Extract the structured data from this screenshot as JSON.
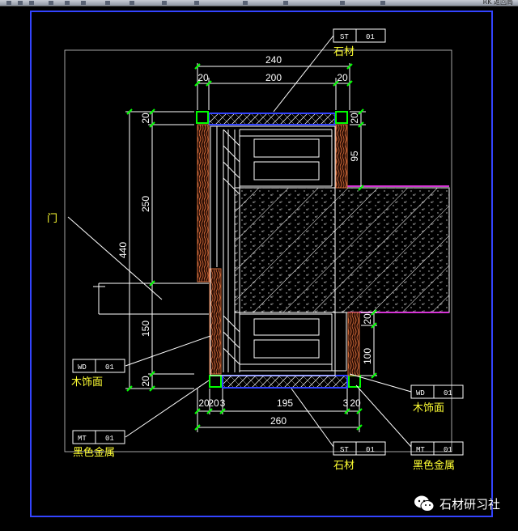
{
  "toolbar": {
    "right_text": "RK 返回局"
  },
  "dimensions": {
    "top_total": "240",
    "top_left": "20",
    "top_mid": "200",
    "top_right": "20",
    "bottom_total": "260",
    "bottom_a": "20",
    "bottom_b": "20",
    "bottom_c": "3",
    "bottom_mid": "195",
    "bottom_d": "3",
    "bottom_e": "20",
    "left_total": "440",
    "left_top": "20",
    "left_upper": "250",
    "left_lower": "150",
    "left_bottom": "20",
    "right_top_a": "20",
    "right_top_b": "95",
    "right_low_a": "20",
    "right_low_b": "100"
  },
  "tags": {
    "st_top": {
      "code": "ST",
      "num": "01",
      "label": "石材"
    },
    "wd_left": {
      "code": "WD",
      "num": "01",
      "label": "木饰面"
    },
    "mt_left": {
      "code": "MT",
      "num": "01",
      "label": "黑色金属"
    },
    "wd_right": {
      "code": "WD",
      "num": "01",
      "label": "木饰面"
    },
    "st_bottom": {
      "code": "ST",
      "num": "01",
      "label": "石材"
    },
    "mt_right": {
      "code": "MT",
      "num": "01",
      "label": "黑色金属"
    }
  },
  "door_label": "门",
  "watermark": {
    "text": "石材研习社",
    "icon": "wechat-icon"
  },
  "colors": {
    "frame_blue": "#3344ff",
    "dimension_green": "#00ff00",
    "wood_orange": "#d26b3a",
    "magenta_line": "#d633d6",
    "label_yellow": "#ffff33"
  }
}
